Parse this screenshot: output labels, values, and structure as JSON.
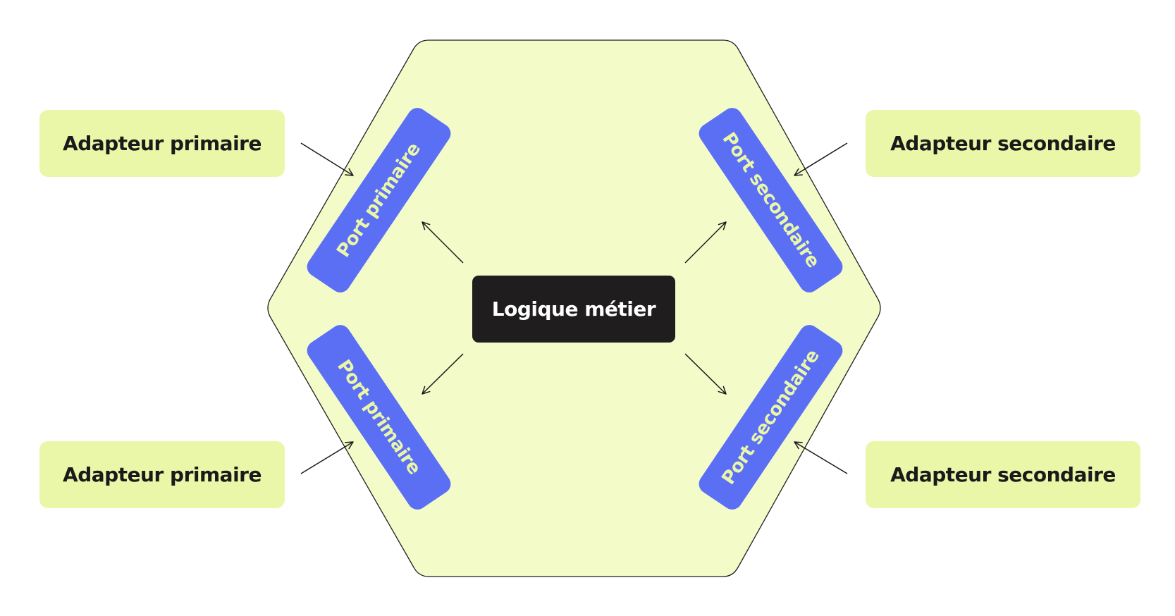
{
  "colors": {
    "hexagon_fill": "#f3fbc8",
    "hexagon_stroke": "#1f1f1f",
    "adapter_fill": "#eaf7a8",
    "port_fill": "#5b6ff5",
    "port_text": "#eaf7a8",
    "core_fill": "#1f1d1d",
    "core_text": "#ffffff",
    "arrow": "#1a1a1a"
  },
  "core": {
    "label": "Logique métier"
  },
  "adapters": {
    "primary_top": "Adapteur primaire",
    "primary_bottom": "Adapteur primaire",
    "secondary_top": "Adapteur secondaire",
    "secondary_bottom": "Adapteur secondaire"
  },
  "ports": {
    "primary_top": "Port primaire",
    "primary_bottom": "Port primaire",
    "secondary_top": "Port secondaire",
    "secondary_bottom": "Port secondaire"
  }
}
